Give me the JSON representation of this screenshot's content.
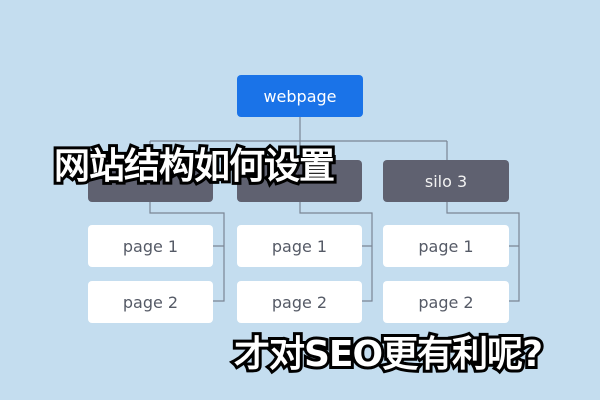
{
  "diagram": {
    "root": {
      "label": "webpage"
    },
    "silos": [
      {
        "label": "",
        "pages": [
          "page 1",
          "page 2"
        ]
      },
      {
        "label": "",
        "pages": [
          "page 1",
          "page 2"
        ]
      },
      {
        "label": "silo 3",
        "pages": [
          "page 1",
          "page 2"
        ]
      }
    ]
  },
  "overlay": {
    "line1": "网站结构如何设置",
    "line2": "才对SEO更有利呢?"
  },
  "colors": {
    "background": "#c4ddef",
    "root": "#1a73e8",
    "silo": "#5f6170",
    "page": "#ffffff",
    "connector": "#7a8595"
  }
}
